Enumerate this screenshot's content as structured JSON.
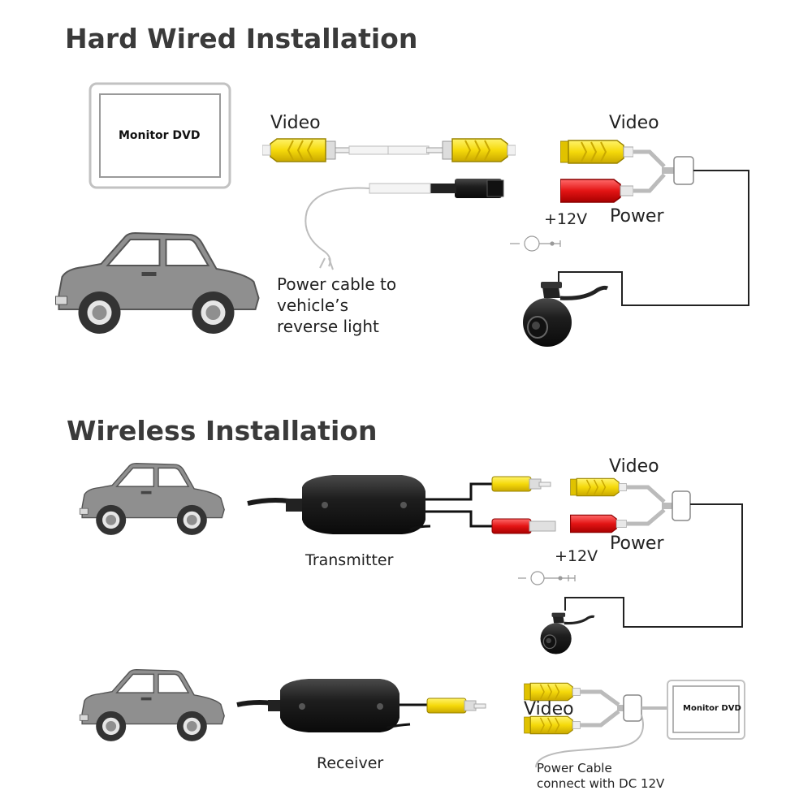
{
  "hard_wired": {
    "title": "Hard Wired Installation",
    "monitor_label": "Monitor DVD",
    "video_left": "Video",
    "video_right": "Video",
    "plus12v": "+12V",
    "power": "Power",
    "power_cable_lines": [
      "Power cable to",
      "vehicle’s",
      "reverse light"
    ]
  },
  "wireless": {
    "title": "Wireless Installation",
    "transmitter": "Transmitter",
    "receiver": "Receiver",
    "video_top": "Video",
    "power": "Power",
    "plus12v": "+12V",
    "video_bottom": "Video",
    "monitor_label": "Monitor DVD",
    "power_cable_lines": [
      "Power Cable",
      "connect with DC 12V"
    ]
  },
  "colors": {
    "yellow": "#f5d90a",
    "red": "#e31414",
    "car_gray": "#8f8f8f",
    "device_black": "#1e1e1e"
  }
}
